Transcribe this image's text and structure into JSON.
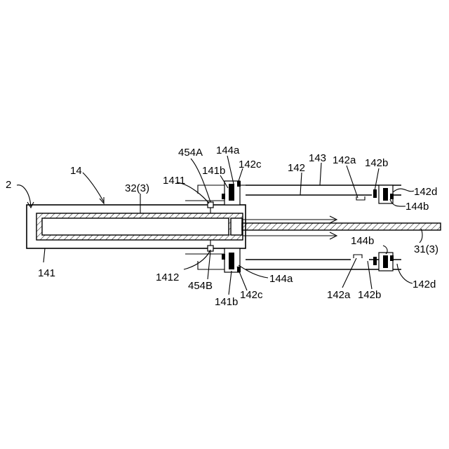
{
  "labels": {
    "l2": "2",
    "l14": "14",
    "l141": "141",
    "l32": "32(3)",
    "l1411": "1411",
    "l454A": "454A",
    "l144a_top": "144a",
    "l141b_top": "141b",
    "l142c_top": "142c",
    "l142": "142",
    "l143": "143",
    "l142a_top": "142a",
    "l142b_top": "142b",
    "l142d_top": "142d",
    "l144b_top": "144b",
    "l144b_bot": "144b",
    "l31": "31(3)",
    "l1412": "1412",
    "l454B": "454B",
    "l141b_bot": "141b",
    "l142c_bot": "142c",
    "l144a_bot": "144a",
    "l142a_bot": "142a",
    "l142b_bot": "142b",
    "l142d_bot": "142d"
  }
}
